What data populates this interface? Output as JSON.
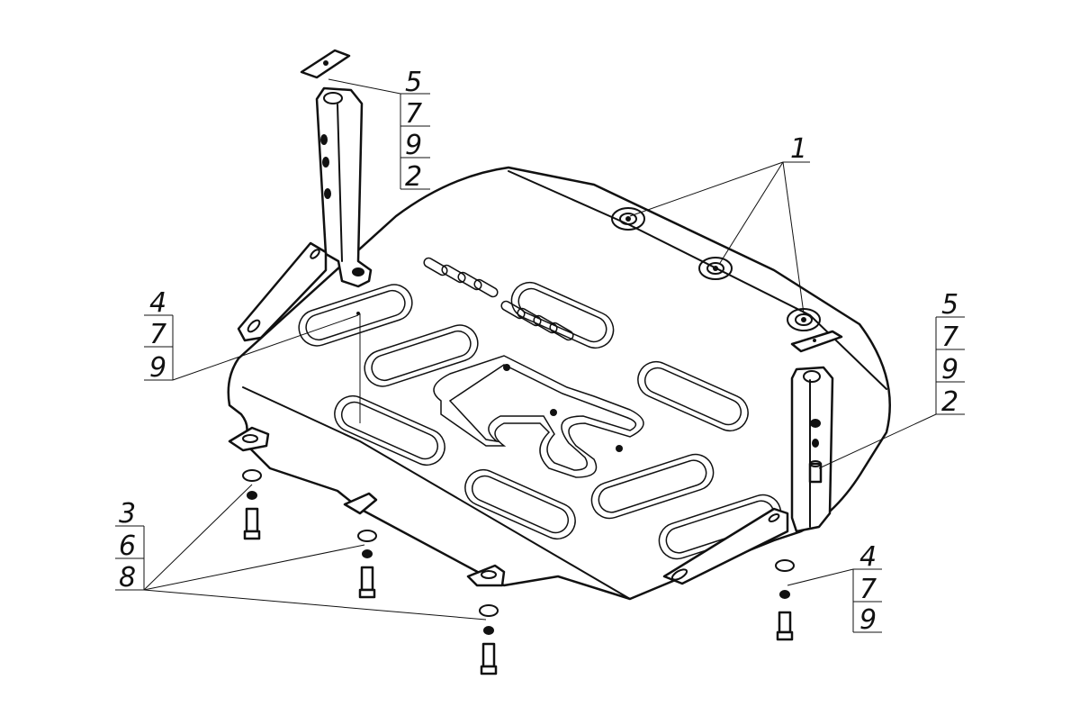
{
  "diagram": {
    "callouts": [
      {
        "id": "top-left-bracket",
        "numbers": [
          "5",
          "7",
          "9",
          "2"
        ]
      },
      {
        "id": "left-rear",
        "numbers": [
          "4",
          "7",
          "9"
        ]
      },
      {
        "id": "right-bracket",
        "numbers": [
          "5",
          "7",
          "9",
          "2"
        ]
      },
      {
        "id": "right-front",
        "numbers": [
          "4",
          "7",
          "9"
        ]
      },
      {
        "id": "front-bolts",
        "numbers": [
          "3",
          "6",
          "8"
        ]
      },
      {
        "id": "top-nuts",
        "numbers": [
          "1"
        ]
      }
    ]
  }
}
